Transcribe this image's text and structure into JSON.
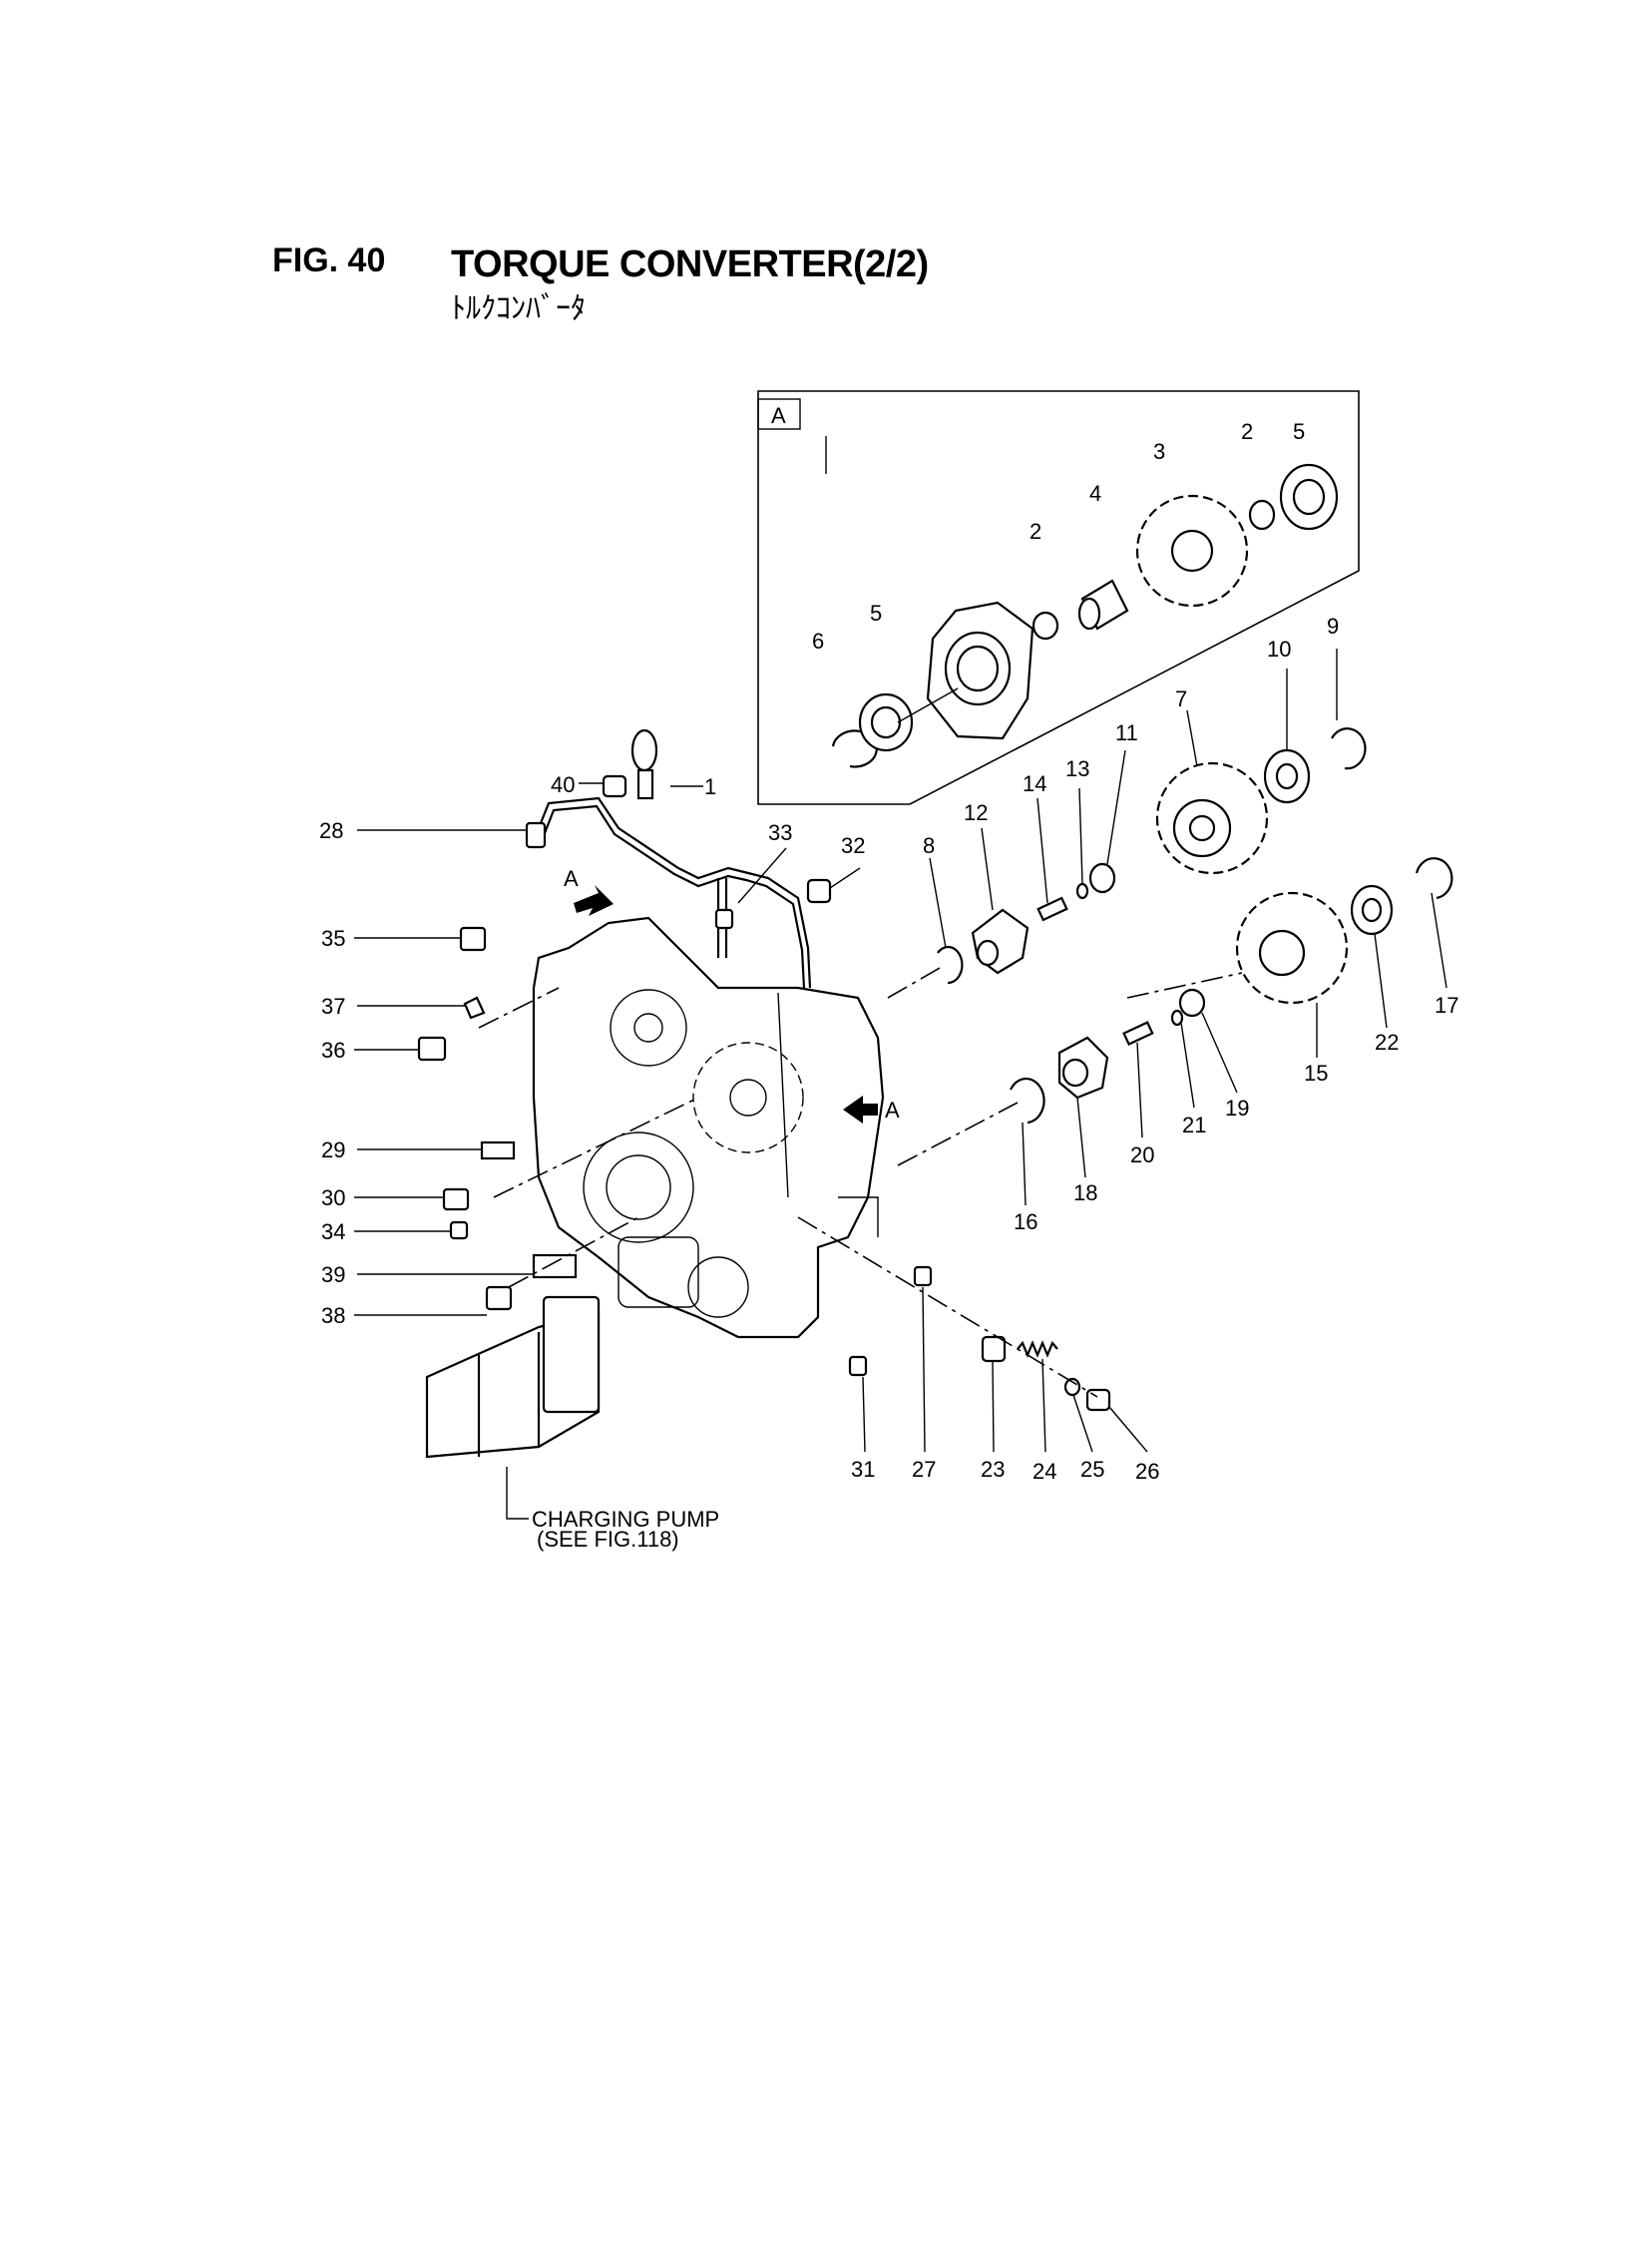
{
  "figure": {
    "number": "FIG. 40",
    "title": "TORQUE CONVERTER(2/2)",
    "subtitle": "ﾄﾙｸｺﾝﾊﾞｰﾀ"
  },
  "inset": {
    "label": "A"
  },
  "arrow_labels": [
    "A",
    "A"
  ],
  "callouts": [
    {
      "id": "c1",
      "text": "1"
    },
    {
      "id": "c2a",
      "text": "2"
    },
    {
      "id": "c2b",
      "text": "2"
    },
    {
      "id": "c3",
      "text": "3"
    },
    {
      "id": "c4",
      "text": "4"
    },
    {
      "id": "c5a",
      "text": "5"
    },
    {
      "id": "c5b",
      "text": "5"
    },
    {
      "id": "c6",
      "text": "6"
    },
    {
      "id": "c7",
      "text": "7"
    },
    {
      "id": "c8",
      "text": "8"
    },
    {
      "id": "c9",
      "text": "9"
    },
    {
      "id": "c10",
      "text": "10"
    },
    {
      "id": "c11",
      "text": "11"
    },
    {
      "id": "c12",
      "text": "12"
    },
    {
      "id": "c13",
      "text": "13"
    },
    {
      "id": "c14",
      "text": "14"
    },
    {
      "id": "c15",
      "text": "15"
    },
    {
      "id": "c16",
      "text": "16"
    },
    {
      "id": "c17",
      "text": "17"
    },
    {
      "id": "c18",
      "text": "18"
    },
    {
      "id": "c19",
      "text": "19"
    },
    {
      "id": "c20",
      "text": "20"
    },
    {
      "id": "c21",
      "text": "21"
    },
    {
      "id": "c22",
      "text": "22"
    },
    {
      "id": "c23",
      "text": "23"
    },
    {
      "id": "c24",
      "text": "24"
    },
    {
      "id": "c25",
      "text": "25"
    },
    {
      "id": "c26",
      "text": "26"
    },
    {
      "id": "c27",
      "text": "27"
    },
    {
      "id": "c28",
      "text": "28"
    },
    {
      "id": "c29",
      "text": "29"
    },
    {
      "id": "c30",
      "text": "30"
    },
    {
      "id": "c31",
      "text": "31"
    },
    {
      "id": "c32",
      "text": "32"
    },
    {
      "id": "c33",
      "text": "33"
    },
    {
      "id": "c34",
      "text": "34"
    },
    {
      "id": "c35",
      "text": "35"
    },
    {
      "id": "c36",
      "text": "36"
    },
    {
      "id": "c37",
      "text": "37"
    },
    {
      "id": "c38",
      "text": "38"
    },
    {
      "id": "c39",
      "text": "39"
    },
    {
      "id": "c40",
      "text": "40"
    }
  ],
  "pump_note": {
    "line1": "CHARGING PUMP",
    "line2": "(SEE FIG.118)"
  }
}
